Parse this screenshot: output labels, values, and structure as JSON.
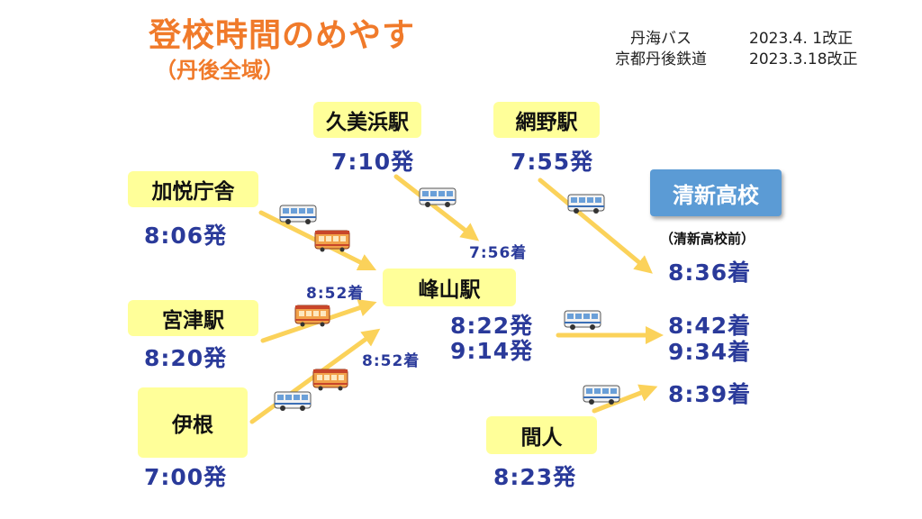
{
  "title": "登校時間のめやす",
  "subtitle": "（丹後全域）",
  "revisions": [
    {
      "name": "丹海バス",
      "date": "2023.4. 1改正"
    },
    {
      "name": "京都丹後鉄道",
      "date": "2023.3.18改正"
    }
  ],
  "stations": {
    "kumihama": {
      "name": "久美浜駅",
      "time": "7:10発"
    },
    "amino": {
      "name": "網野駅",
      "time": "7:55発"
    },
    "kaetsu": {
      "name": "加悦庁舎",
      "time": "8:06発"
    },
    "miyazu": {
      "name": "宮津駅",
      "time": "8:20発"
    },
    "ine": {
      "name": "伊根",
      "time": "7:00発"
    },
    "mineyama": {
      "name": "峰山駅",
      "depart1": "8:22発",
      "depart2": "9:14発"
    },
    "taiza": {
      "name": "間人",
      "time": "8:23発"
    },
    "school": {
      "name": "清新高校",
      "stop": "（清新高校前）"
    }
  },
  "arrivals": {
    "mineyama_from_kumihama": "7:56着",
    "mineyama_from_kaetsu": "8:52着",
    "mineyama_from_ine": "8:52着",
    "school_from_amino": "8:36着",
    "school_from_mineyama_1": "8:42着",
    "school_from_mineyama_2": "9:34着",
    "school_from_taiza": "8:39着"
  },
  "colors": {
    "title": "#f07a2a",
    "station_box": "#ffff99",
    "school_box": "#5b9bd5",
    "time_text": "#2a3a9a",
    "arrow": "#fbd25a"
  },
  "icons": [
    "bus-icon",
    "train-icon"
  ]
}
